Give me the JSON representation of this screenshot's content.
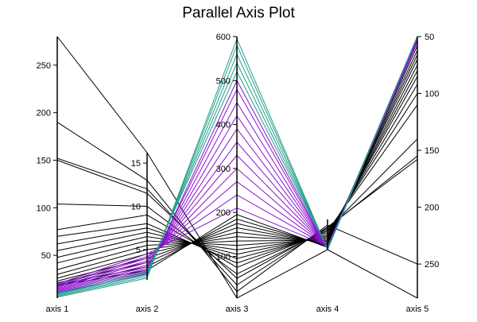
{
  "chart_data": {
    "type": "parallel-coordinates",
    "title": "Parallel Axis Plot",
    "grid": false,
    "axes": [
      {
        "name": "axis 1",
        "range": [
          5,
          280
        ],
        "ticks": [
          50,
          100,
          150,
          200,
          250
        ],
        "ticks_side": "left",
        "reversed": false
      },
      {
        "name": "axis 2",
        "range": [
          1.5,
          16.2
        ],
        "ticks": [
          5,
          10,
          15
        ],
        "ticks_side": "left",
        "reversed": false
      },
      {
        "name": "axis 3",
        "range": [
          5,
          600
        ],
        "ticks": [
          100,
          200,
          300,
          400,
          500,
          600
        ],
        "ticks_side": "left",
        "reversed": false
      },
      {
        "name": "axis 4",
        "range": [
          0.5,
          8.5
        ],
        "ticks": [],
        "ticks_side": "left",
        "reversed": false
      },
      {
        "name": "axis 5",
        "range": [
          50,
          280
        ],
        "ticks": [
          50,
          100,
          150,
          200,
          250
        ],
        "ticks_side": "right",
        "reversed": true
      }
    ],
    "colors": {
      "black": "#000000",
      "purple": "#8b10d0",
      "teal": "#1f9e89"
    },
    "series": [
      {
        "color": "black",
        "values": [
          280,
          16.2,
          5,
          0.5,
          280
        ]
      },
      {
        "color": "black",
        "values": [
          190,
          13,
          20,
          7,
          250
        ]
      },
      {
        "color": "black",
        "values": [
          152,
          12,
          35,
          6.5,
          158
        ]
      },
      {
        "color": "black",
        "values": [
          150,
          11.5,
          50,
          6.2,
          155
        ]
      },
      {
        "color": "black",
        "values": [
          104,
          10,
          60,
          5.8,
          140
        ]
      },
      {
        "color": "black",
        "values": [
          77,
          9,
          75,
          5.4,
          110
        ]
      },
      {
        "color": "black",
        "values": [
          70,
          8,
          85,
          5,
          100
        ]
      },
      {
        "color": "black",
        "values": [
          62,
          7.5,
          95,
          4.5,
          92
        ]
      },
      {
        "color": "black",
        "values": [
          55,
          7,
          105,
          4.1,
          85
        ]
      },
      {
        "color": "black",
        "values": [
          48,
          6.5,
          115,
          3.7,
          80
        ]
      },
      {
        "color": "black",
        "values": [
          42,
          6,
          125,
          3.3,
          75
        ]
      },
      {
        "color": "black",
        "values": [
          35,
          5.5,
          135,
          3,
          70
        ]
      },
      {
        "color": "black",
        "values": [
          30,
          5,
          145,
          2.7,
          66
        ]
      },
      {
        "color": "black",
        "values": [
          26,
          4.5,
          155,
          2.3,
          62
        ]
      },
      {
        "color": "black",
        "values": [
          23,
          4,
          165,
          2,
          58
        ]
      },
      {
        "color": "black",
        "values": [
          21,
          3.5,
          175,
          1.7,
          55
        ]
      },
      {
        "color": "black",
        "values": [
          19,
          3,
          185,
          1.4,
          52
        ]
      },
      {
        "color": "black",
        "values": [
          18,
          2.6,
          195,
          1.1,
          50
        ]
      },
      {
        "color": "purple",
        "values": [
          20,
          4.5,
          210,
          1.5,
          55
        ]
      },
      {
        "color": "purple",
        "values": [
          19,
          4.2,
          240,
          1.4,
          54
        ]
      },
      {
        "color": "purple",
        "values": [
          18,
          4,
          270,
          1.3,
          53
        ]
      },
      {
        "color": "purple",
        "values": [
          17,
          3.7,
          300,
          1.2,
          52
        ]
      },
      {
        "color": "purple",
        "values": [
          16,
          3.5,
          330,
          1.1,
          51
        ]
      },
      {
        "color": "purple",
        "values": [
          15,
          3.2,
          360,
          1,
          50
        ]
      },
      {
        "color": "purple",
        "values": [
          14,
          3,
          390,
          0.9,
          50
        ]
      },
      {
        "color": "purple",
        "values": [
          13,
          2.8,
          420,
          0.8,
          50
        ]
      },
      {
        "color": "purple",
        "values": [
          12,
          2.6,
          450,
          0.7,
          50
        ]
      },
      {
        "color": "purple",
        "values": [
          11,
          2.4,
          480,
          0.6,
          50
        ]
      },
      {
        "color": "purple",
        "values": [
          10,
          2.2,
          500,
          0.6,
          50
        ]
      },
      {
        "color": "teal",
        "values": [
          10,
          2.5,
          520,
          0.8,
          50
        ]
      },
      {
        "color": "teal",
        "values": [
          9,
          2.3,
          540,
          0.7,
          50
        ]
      },
      {
        "color": "teal",
        "values": [
          8,
          2.1,
          560,
          0.6,
          50
        ]
      },
      {
        "color": "teal",
        "values": [
          7,
          1.9,
          580,
          0.5,
          50
        ]
      },
      {
        "color": "teal",
        "values": [
          6,
          1.7,
          595,
          0.5,
          50
        ]
      }
    ]
  }
}
